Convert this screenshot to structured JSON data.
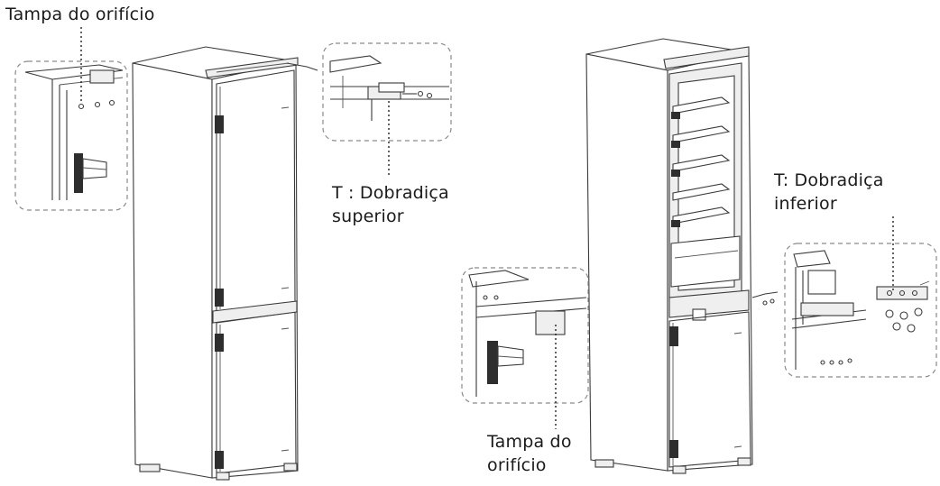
{
  "labels": {
    "top_left_callout": "Tampa do orifício",
    "top_hinge_callout_line1": "T : Dobradiça",
    "top_hinge_callout_line2": "superior",
    "bottom_hinge_callout_line1": "T:  Dobradiça",
    "bottom_hinge_callout_line2": "inferior",
    "bottom_cover_callout_line1": "Tampa do",
    "bottom_cover_callout_line2": "orifício"
  }
}
